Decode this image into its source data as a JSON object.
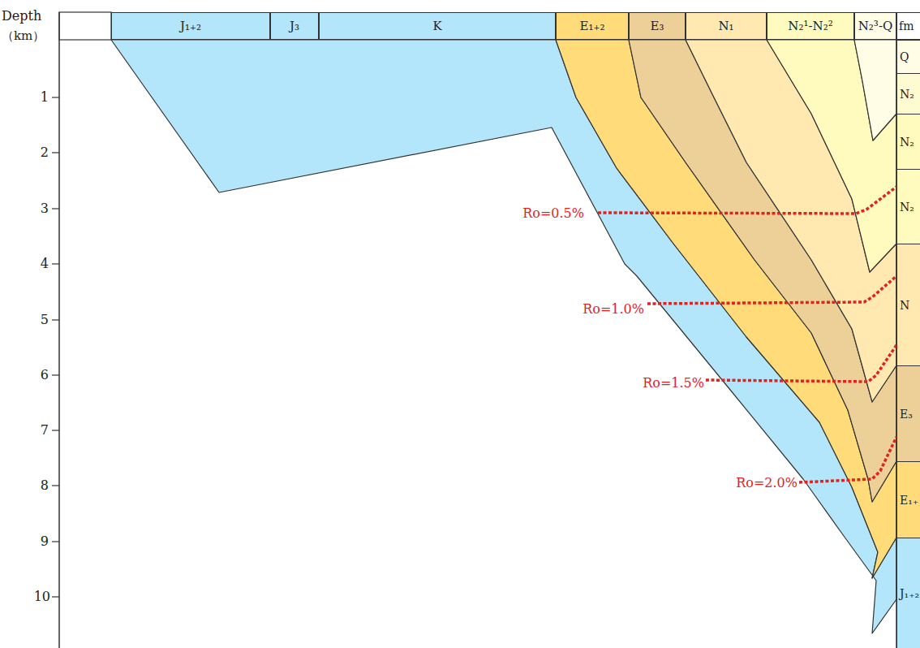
{
  "diagram": {
    "nodes": [
      {
        "text": [
          "J₁₊₂"
        ]
      },
      {
        "text": [
          "J₃"
        ]
      },
      {
        "text": [
          "K"
        ]
      },
      {
        "text": [
          "E₁₊₂"
        ]
      },
      {
        "text": [
          "E₃"
        ]
      },
      {
        "text": [
          "N₁"
        ]
      },
      {
        "text": [
          "N₂¹-N₂²"
        ]
      },
      {
        "text": [
          "N₂³-Q"
        ]
      },
      {
        "text": [
          "fm"
        ]
      },
      {
        "text": [
          "Q"
        ]
      },
      {
        "text": [
          "N₂"
        ]
      },
      {
        "text": [
          "N₂"
        ]
      },
      {
        "text": [
          "N₂"
        ]
      },
      {
        "text": [
          "N"
        ]
      },
      {
        "text": [
          "E₃"
        ]
      },
      {
        "text": [
          "E₁₊"
        ]
      },
      {
        "text": [
          "J₁₊₂"
        ]
      }
    ],
    "labels": [
      "Depth",
      "（km）",
      "1",
      "2",
      "3",
      "4",
      "5",
      "6",
      "7",
      "8",
      "9",
      "10",
      "Ro=0.5%",
      "Ro=1.0%",
      "Ro=1.5%",
      "Ro=2.0%"
    ]
  }
}
